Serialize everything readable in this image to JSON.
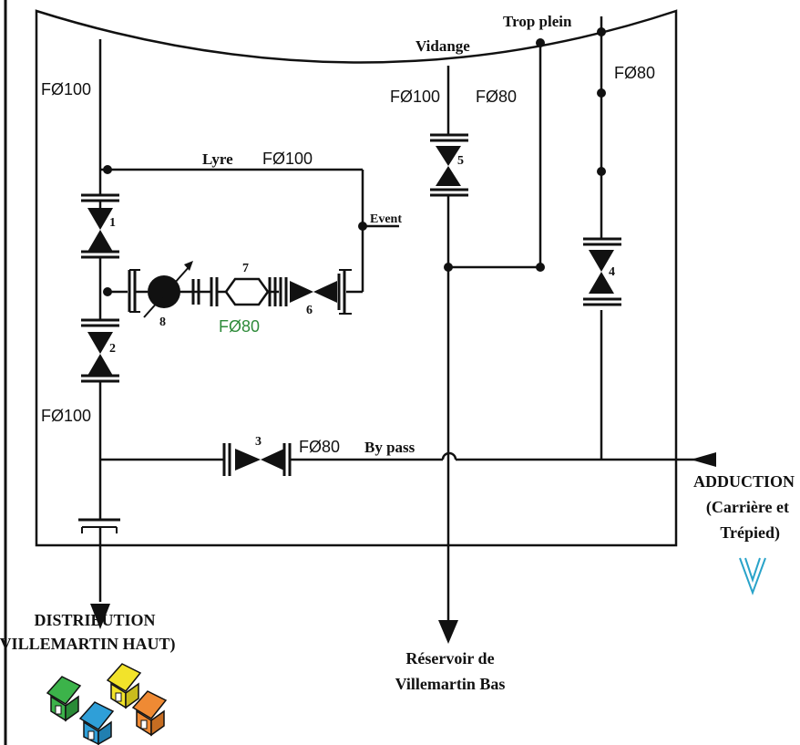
{
  "labels": {
    "trop_plein": "Trop plein",
    "vidange": "Vidange",
    "lyre": "Lyre",
    "event": "Event",
    "by_pass": "By pass",
    "pipe_f100": "FØ100",
    "pipe_f80": "FØ80",
    "adduction": [
      "ADDUCTION",
      "(Carrière et",
      "Trépied)"
    ],
    "distribution": [
      "DISTRIBUTION",
      "VILLEMARTIN HAUT)"
    ],
    "reservoir": [
      "Réservoir de",
      "Villemartin Bas"
    ]
  },
  "valve_numbers": [
    "1",
    "2",
    "3",
    "4",
    "5",
    "6",
    "7",
    "8"
  ],
  "colors": {
    "line": "#111111",
    "accent_arrow": "#29a3c9",
    "house_green": "#3cb34a",
    "house_yellow": "#f2e32a",
    "house_blue": "#2f9fd8",
    "house_orange": "#ef8a34",
    "flow_label_green": "#2e8b3a"
  },
  "icons": [
    "valve-icon",
    "meter-icon",
    "filter-icon",
    "house-icon",
    "double-chevron-down-icon"
  ]
}
